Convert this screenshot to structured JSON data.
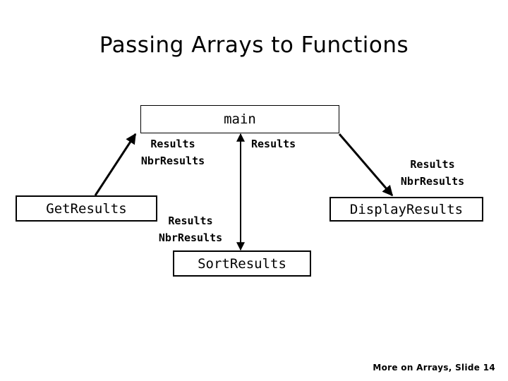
{
  "slide": {
    "title": "Passing Arrays to Functions",
    "background_color": "#ffffff",
    "ink_color": "#000000",
    "footer": "More on Arrays, Slide 14"
  },
  "diagram": {
    "type": "call-structure-chart",
    "nodes": [
      {
        "id": "main",
        "label": "main"
      },
      {
        "id": "get-results",
        "label": "GetResults"
      },
      {
        "id": "sort-results",
        "label": "SortResults"
      },
      {
        "id": "display-results",
        "label": "DisplayResults"
      }
    ],
    "edges": [
      {
        "id": "main-get",
        "from": "get-results",
        "to": "main",
        "direction": "up",
        "arrowheads": "single",
        "params": "Results\nNbrResults"
      },
      {
        "id": "main-sort",
        "from": "main",
        "to": "sort-results",
        "direction": "both",
        "arrowheads": "double",
        "params_out": "Results",
        "params_in": "Results\nNbrResults"
      },
      {
        "id": "main-display",
        "from": "main",
        "to": "display-results",
        "direction": "down",
        "arrowheads": "single",
        "params": "Results\nNbrResults"
      }
    ]
  }
}
